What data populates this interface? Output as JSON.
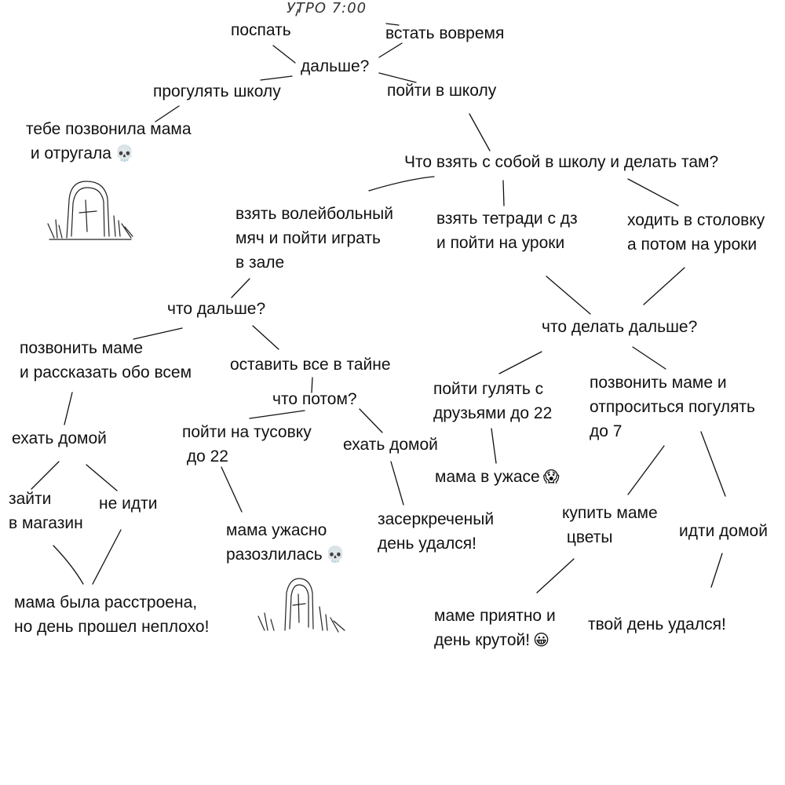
{
  "header": {
    "time": "УТРО 7:00"
  },
  "nodes": {
    "sleep": "поспать",
    "wake": "встать вовремя",
    "next1": "дальше?",
    "skip": "прогулять школу",
    "go_school": "пойти в школу",
    "mom_scolded": "тебе позвонила мама\n и отругала",
    "what_take": "Что взять с собой в школу и делать там?",
    "volleyball": "взять волейбольный\nмяч и пойти играть\nв зале",
    "notebooks": "взять тетради с дз\nи пойти на уроки",
    "canteen": "ходить в столовку\nа потом на уроки",
    "what_next2": "что дальше?",
    "tell_mom": "позвонить маме\nи рассказать обо всем",
    "keep_secret": "оставить все в тайне",
    "what_then": "что потом?",
    "go_home1": "ехать домой",
    "party": "пойти на тусовку\n до 22",
    "go_home2": "ехать домой",
    "shop": "зайти\nв магазин",
    "not_go": "не идти",
    "mom_upset": "мама была расстроена,\nно день прошел неплохо!",
    "mom_furious": "мама ужасно\nразозлилась",
    "secret_day": "засеркреченый\nдень удался!",
    "what_do_next": "что делать дальше?",
    "walk_friends": "пойти гулять с\nдрузьями до 22",
    "ask_mom": "позвонить маме и\nотпроситься погулять\nдо 7",
    "mom_horror": "мама в ужасе",
    "buy_flowers": "купить маме\n цветы",
    "go_home3": "идти домой",
    "mom_pleased": "маме приятно и\nдень крутой!",
    "your_day": "твой день удался!"
  },
  "icons": {
    "skull": "💀",
    "scream": "😱",
    "grin": "😀"
  }
}
